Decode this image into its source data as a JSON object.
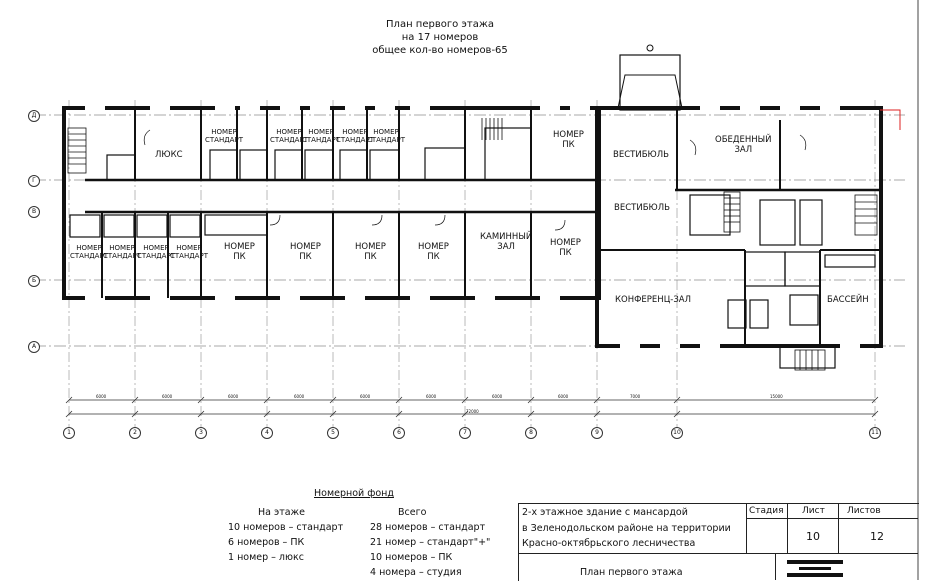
{
  "title": {
    "line1": "План первого этажа",
    "line2": "на 17 номеров",
    "line3": "общее кол-во номеров-65"
  },
  "rooms": {
    "lux": "ЛЮКС",
    "std": "НОМЕР\nСТАНДАРТ",
    "pk": "НОМЕР\nПК",
    "vestibule": "ВЕСТИБЮЛЬ",
    "dining": "ОБЕДЕННЫЙ\nЗАЛ",
    "fireplace": "КАМИННЫЙ\nЗАЛ",
    "conference": "КОНФЕРЕНЦ-ЗАЛ",
    "pool": "БАССЕЙН"
  },
  "axes": {
    "columns": [
      "1",
      "2",
      "3",
      "4",
      "5",
      "6",
      "7",
      "8",
      "9",
      "10",
      "11"
    ],
    "rows": [
      "Д",
      "Г",
      "В",
      "Б",
      "А"
    ]
  },
  "dimensions": {
    "spans": [
      "6000",
      "6000",
      "6000",
      "6000",
      "6000",
      "6000",
      "6000",
      "6000",
      "7000",
      "15000"
    ],
    "total": "72000"
  },
  "legend": {
    "heading": "Номерной фонд",
    "floor_heading": "На этаже",
    "total_heading": "Всего",
    "floor_items": [
      "10  номеров  –  стандарт",
      "6     номеров  –  ПК",
      "1     номер  –  люкс"
    ],
    "total_items": [
      "28  номеров  –  стандарт",
      "21  номер    –  стандарт\"+\"",
      "10  номеров  –  ПК",
      "4    номера  –  студия"
    ]
  },
  "title_block": {
    "description": [
      "2-х этажное здание с мансардой",
      "в Зеленодольском районе на территории",
      "Красно-октябрьского лесничества"
    ],
    "stage_label": "Стадия",
    "sheet_label": "Лист",
    "sheets_label": "Листов",
    "sheet_value": "10",
    "sheets_value": "12",
    "plan_name": "План первого этажа"
  }
}
